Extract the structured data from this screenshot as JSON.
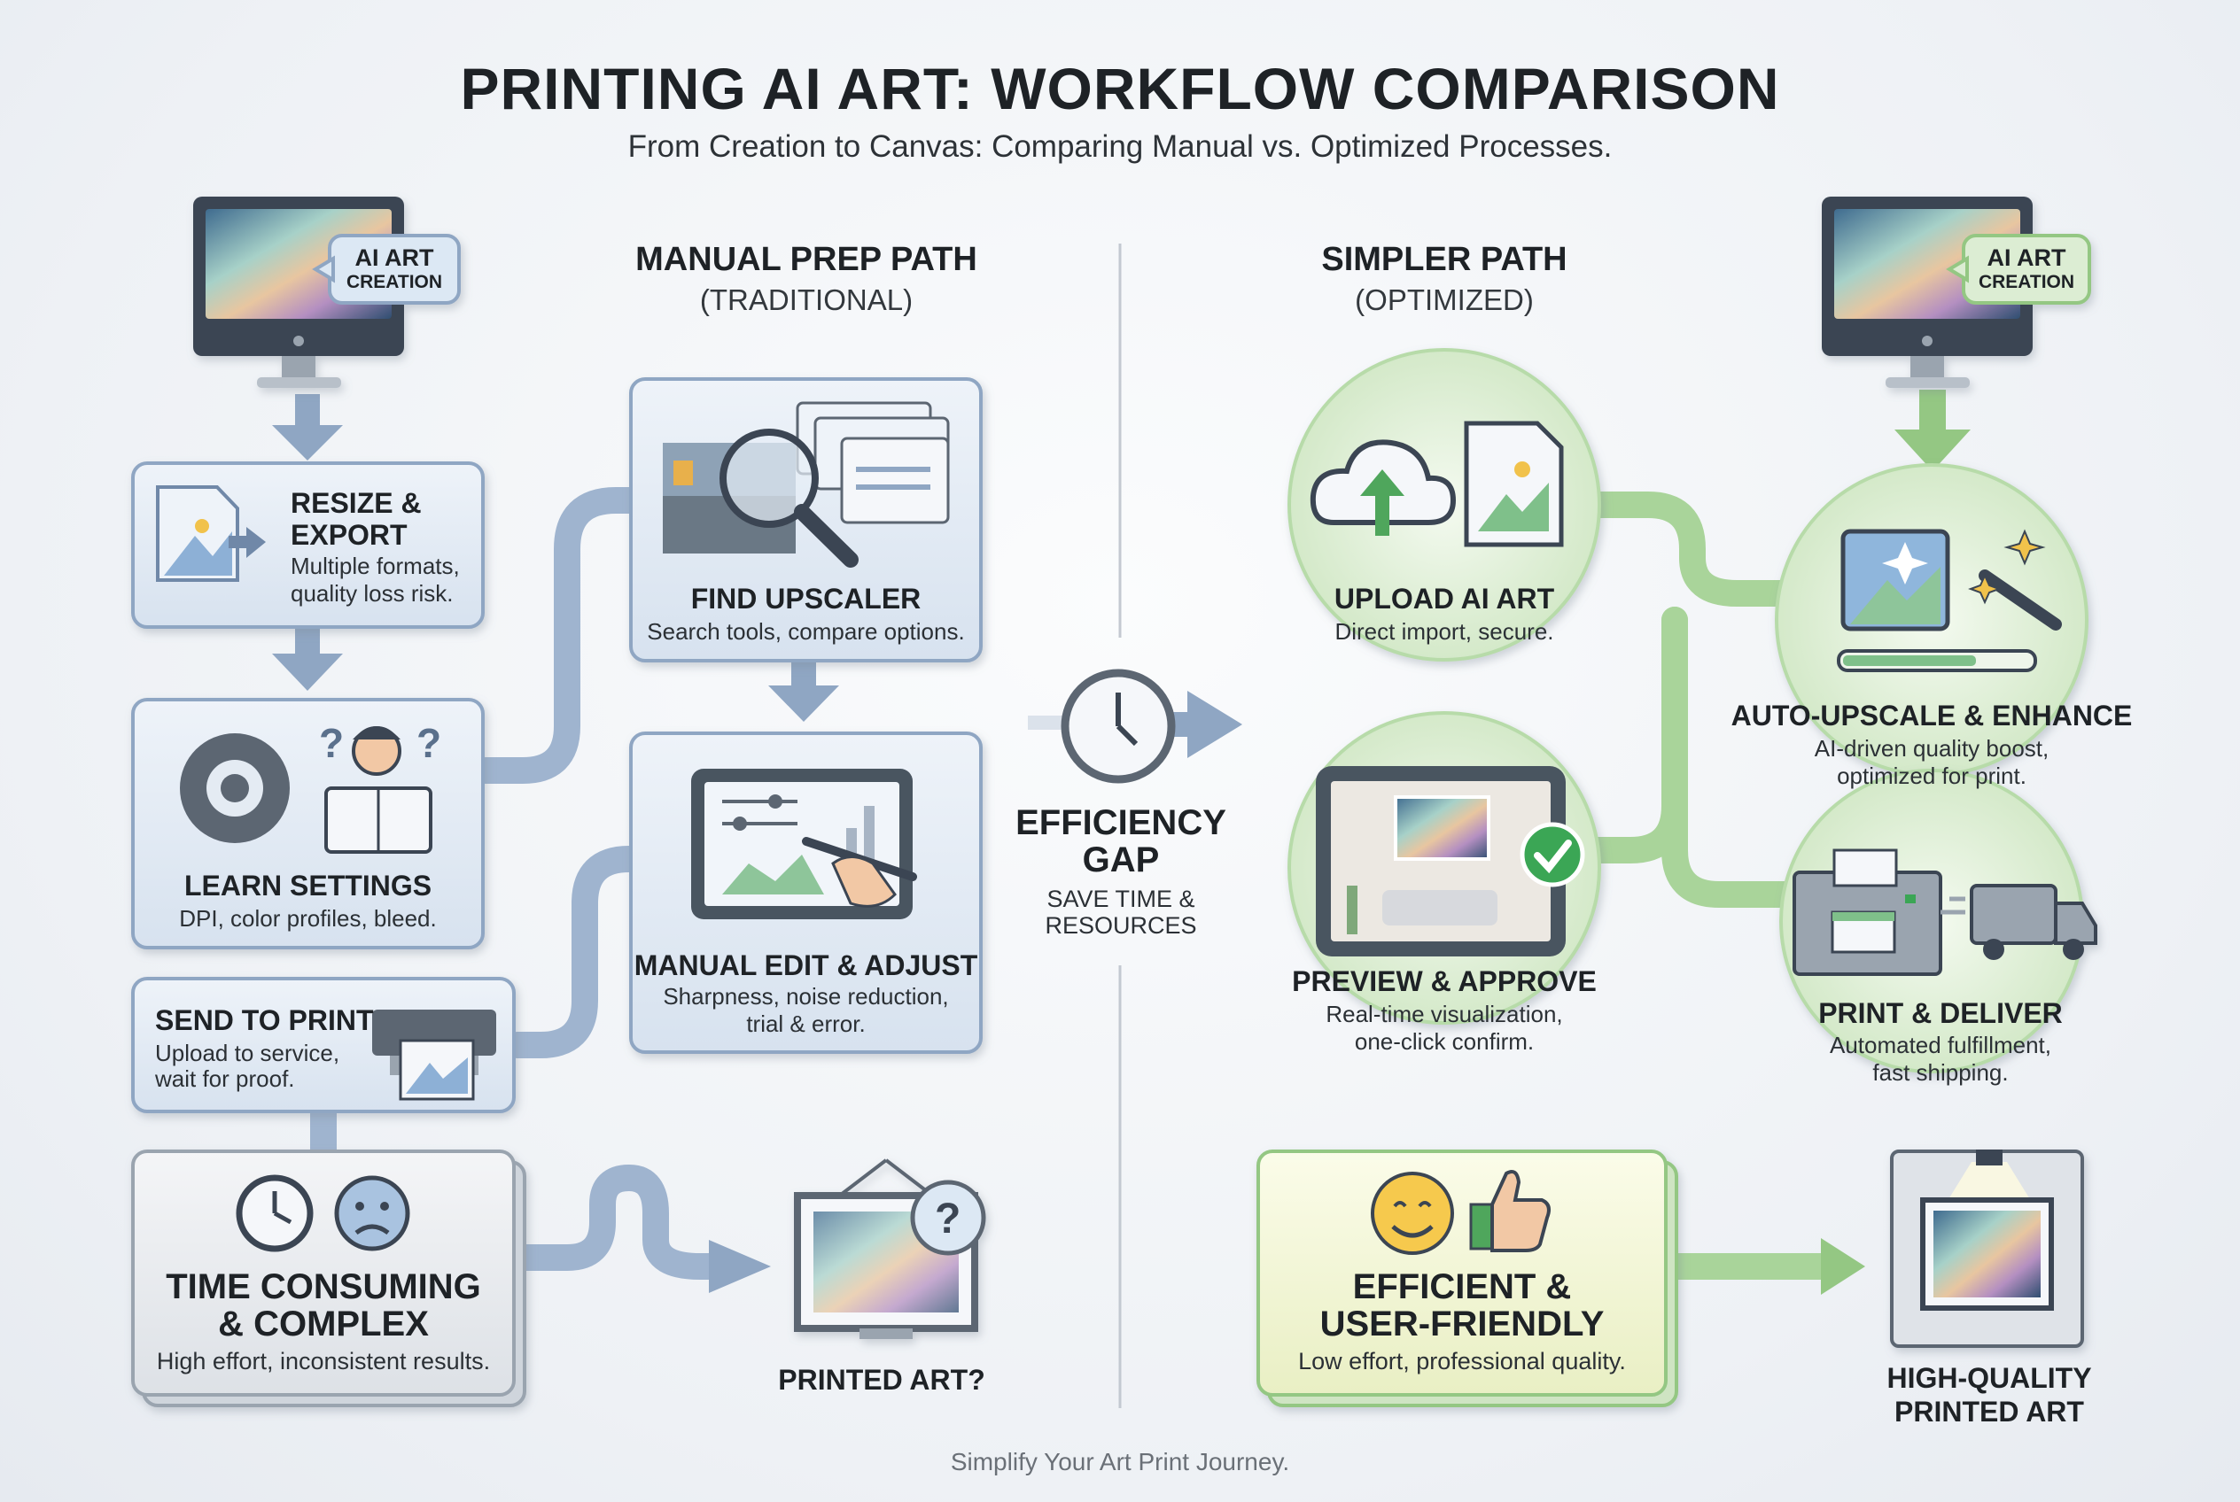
{
  "header": {
    "title": "PRINTING AI ART: WORKFLOW COMPARISON",
    "subtitle": "From Creation to Canvas: Comparing Manual vs. Optimized Processes."
  },
  "manual": {
    "heading": "MANUAL PREP PATH",
    "subheading": "(TRADITIONAL)",
    "creation_tag": {
      "line1": "AI ART",
      "line2": "CREATION"
    },
    "steps": [
      {
        "title_1": "RESIZE &",
        "title_2": "EXPORT",
        "desc_1": "Multiple formats,",
        "desc_2": "quality loss risk."
      },
      {
        "title": "LEARN SETTINGS",
        "desc": "DPI, color profiles, bleed."
      },
      {
        "title": "SEND TO PRINT",
        "desc_1": "Upload to service,",
        "desc_2": "wait for proof."
      },
      {
        "title": "FIND UPSCALER",
        "desc": "Search tools, compare options."
      },
      {
        "title": "MANUAL EDIT & ADJUST",
        "desc_1": "Sharpness, noise reduction,",
        "desc_2": "trial & error."
      }
    ],
    "outcome": {
      "title_1": "TIME CONSUMING",
      "title_2": "& COMPLEX",
      "desc": "High effort, inconsistent results."
    },
    "result": "PRINTED ART?"
  },
  "gap": {
    "title_1": "EFFICIENCY",
    "title_2": "GAP",
    "desc_1": "SAVE TIME &",
    "desc_2": "RESOURCES"
  },
  "simple": {
    "heading": "SIMPLER PATH",
    "subheading": "(OPTIMIZED)",
    "creation_tag": {
      "line1": "AI ART",
      "line2": "CREATION"
    },
    "steps": [
      {
        "title": "UPLOAD AI ART",
        "desc": "Direct import, secure."
      },
      {
        "title": "AUTO-UPSCALE & ENHANCE",
        "desc_1": "AI-driven quality boost,",
        "desc_2": "optimized for print."
      },
      {
        "title": "PREVIEW & APPROVE",
        "desc_1": "Real-time visualization,",
        "desc_2": "one-click confirm."
      },
      {
        "title": "PRINT & DELIVER",
        "desc_1": "Automated fulfillment,",
        "desc_2": "fast shipping."
      }
    ],
    "outcome": {
      "title_1": "EFFICIENT &",
      "title_2": "USER-FRIENDLY",
      "desc": "Low effort, professional quality."
    },
    "result_1": "HIGH-QUALITY",
    "result_2": "PRINTED ART"
  },
  "footer": "Simplify Your Art Print Journey.",
  "colors": {
    "manual_fill": "#dce6f1",
    "manual_stroke": "#8fa6c3",
    "manual_flow": "#9fb4cf",
    "simple_fill": "#dcedd3",
    "simple_stroke": "#9cc98c",
    "simple_flow": "#a9d49a",
    "outcome_manual": "#e3e6ea",
    "outcome_simple": "#f1f4d2",
    "check_green": "#3aa655"
  },
  "icons": [
    "monitor-icon",
    "file-image-icon",
    "gear-icon",
    "person-reading-icon",
    "question-icon",
    "magnifier-icon",
    "tablet-edit-icon",
    "printer-icon",
    "clock-icon",
    "sad-face-icon",
    "framed-art-icon",
    "cloud-upload-icon",
    "magic-wand-icon",
    "checkmark-icon",
    "truck-icon",
    "smiley-icon",
    "thumbs-up-icon",
    "spotlight-frame-icon"
  ]
}
